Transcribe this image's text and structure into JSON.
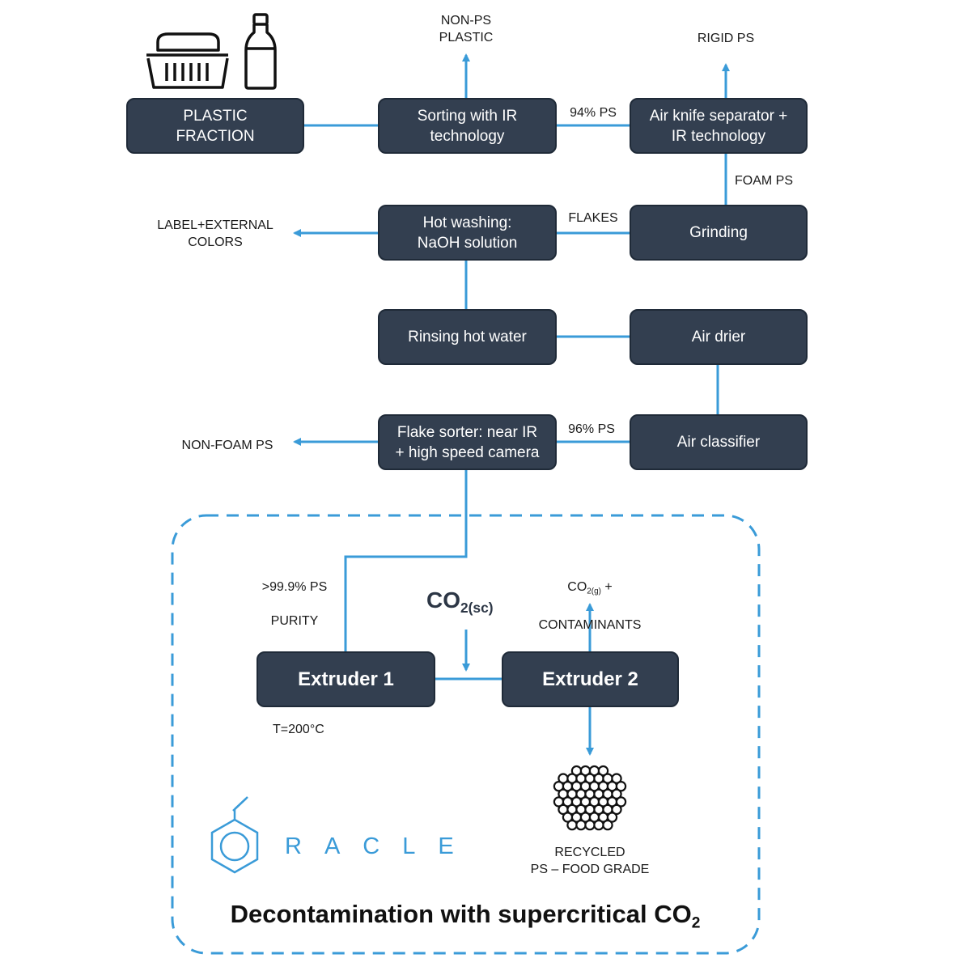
{
  "diagram": {
    "boxes": {
      "plastic_fraction": "PLASTIC\nFRACTION",
      "sorting_ir": "Sorting with IR\ntechnology",
      "air_knife": "Air knife separator +\nIR technology",
      "hot_washing": "Hot washing:\nNaOH solution",
      "grinding": "Grinding",
      "rinsing": "Rinsing hot water",
      "air_drier": "Air drier",
      "flake_sorter": "Flake sorter: near IR\n+ high speed camera",
      "air_classifier": "Air classifier",
      "extruder_1": "Extruder 1",
      "extruder_2": "Extruder 2"
    },
    "labels": {
      "non_ps_plastic": "NON-PS\nPLASTIC",
      "rigid_ps": "RIGID PS",
      "ps_94": "94% PS",
      "foam_ps": "FOAM PS",
      "flakes": "FLAKES",
      "label_external_colors": "LABEL+EXTERNAL\nCOLORS",
      "ps_96": "96% PS",
      "non_foam_ps": "NON-FOAM PS",
      "purity_line1": ">99.9% PS",
      "purity_line2": "PURITY",
      "co2_sc_main": "CO",
      "co2_sc_sub": "2(sc)",
      "co2g_main": "CO",
      "co2g_sub": "2(g)",
      "co2g_plus": " +",
      "contaminants": "CONTAMINANTS",
      "temperature": "T=200°C",
      "recycled": "RECYCLED\nPS – FOOD GRADE"
    },
    "logo_text": "RACLE",
    "title_main": "Decontamination with supercritical CO",
    "title_sub": "2"
  },
  "colors": {
    "box_fill": "#333f50",
    "connector": "#3a9bd8",
    "dashed_border": "#3a9bd8",
    "text": "#1a1a1a"
  },
  "icons": [
    "container-icon",
    "bottle-icon",
    "pellets-icon",
    "oracle-logo-icon"
  ]
}
